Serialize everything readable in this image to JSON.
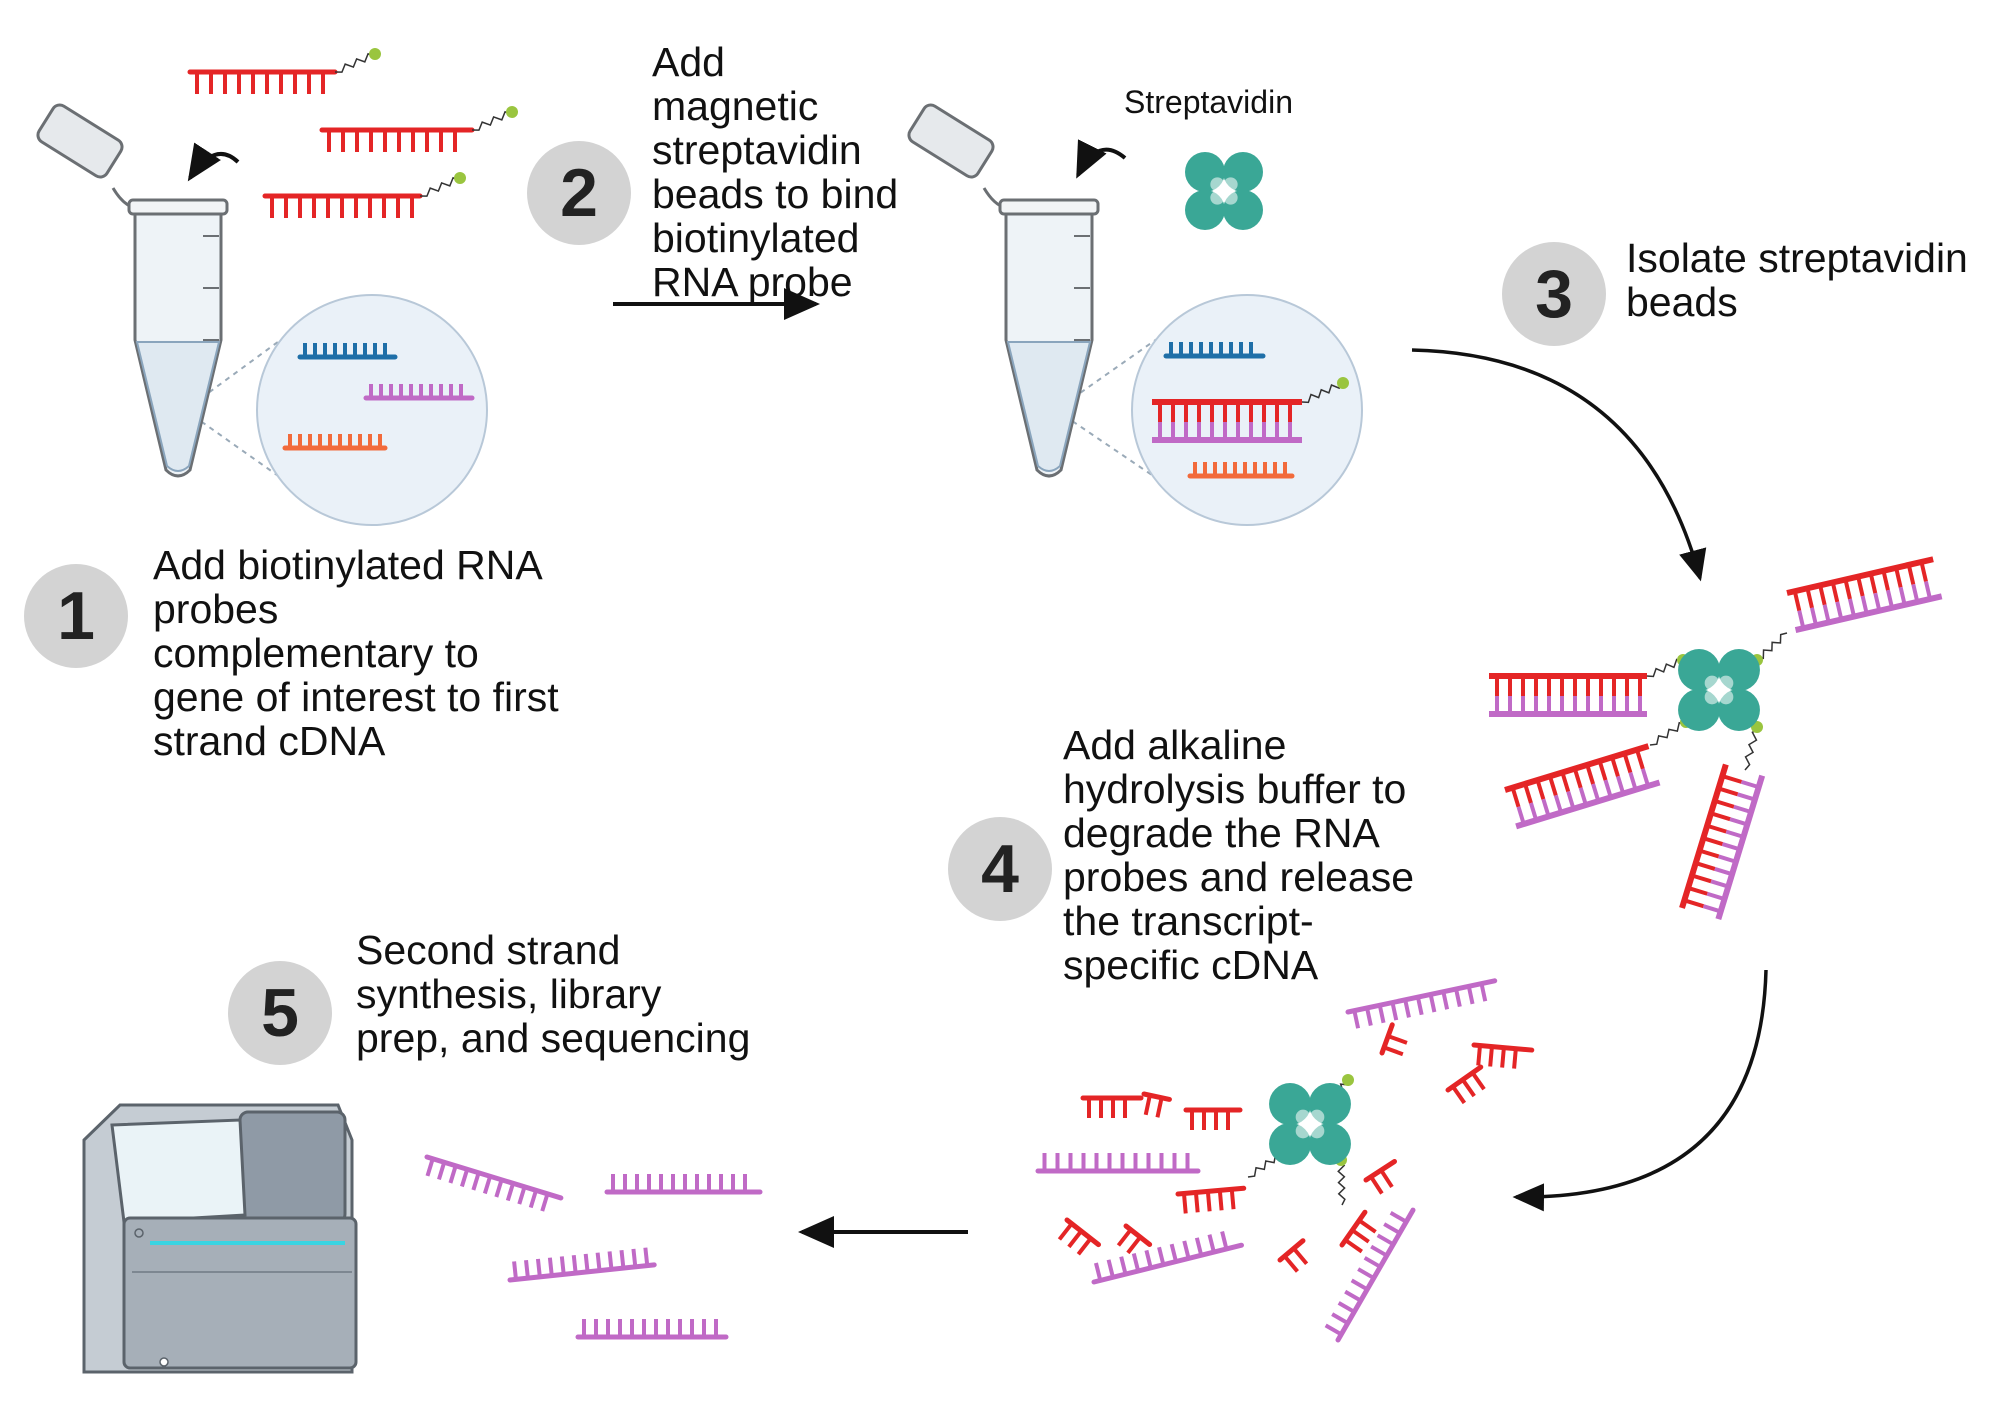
{
  "steps": [
    {
      "number": "1",
      "text": "Add biotinylated RNA\nprobes\ncomplementary to\ngene of interest to first\nstrand cDNA"
    },
    {
      "number": "2",
      "text": "Add\nmagnetic\nstreptavidin\nbeads to bind\nbiotinylated\nRNA probe"
    },
    {
      "number": "3",
      "text": "Isolate streptavidin\nbeads"
    },
    {
      "number": "4",
      "text": "Add alkaline\nhydrolysis buffer to\ndegrade the RNA\nprobes and release\nthe transcript-\nspecific cDNA"
    },
    {
      "number": "5",
      "text": "Second strand\nsynthesis, library\nprep, and sequencing"
    }
  ],
  "labels": {
    "streptavidin": "Streptavidin"
  },
  "colors": {
    "probe_red": "#e42526",
    "cdna_purple": "#c06ac6",
    "cdna_blue": "#1f6fa8",
    "cdna_orange": "#f26a3b",
    "streptavidin_teal": "#3aa796",
    "biotin_green": "#9ac53f",
    "badge_gray": "#d3d3d3",
    "tube_blue": "#dfe9f1",
    "sequencer_gray": "#8f9aa6",
    "screen_cyan": "#39d4e2"
  },
  "icons": [
    "microtube-icon",
    "streptavidin-bead-icon",
    "sequencer-icon",
    "arrow-icon",
    "rna-probe-icon",
    "cdna-strand-icon"
  ]
}
